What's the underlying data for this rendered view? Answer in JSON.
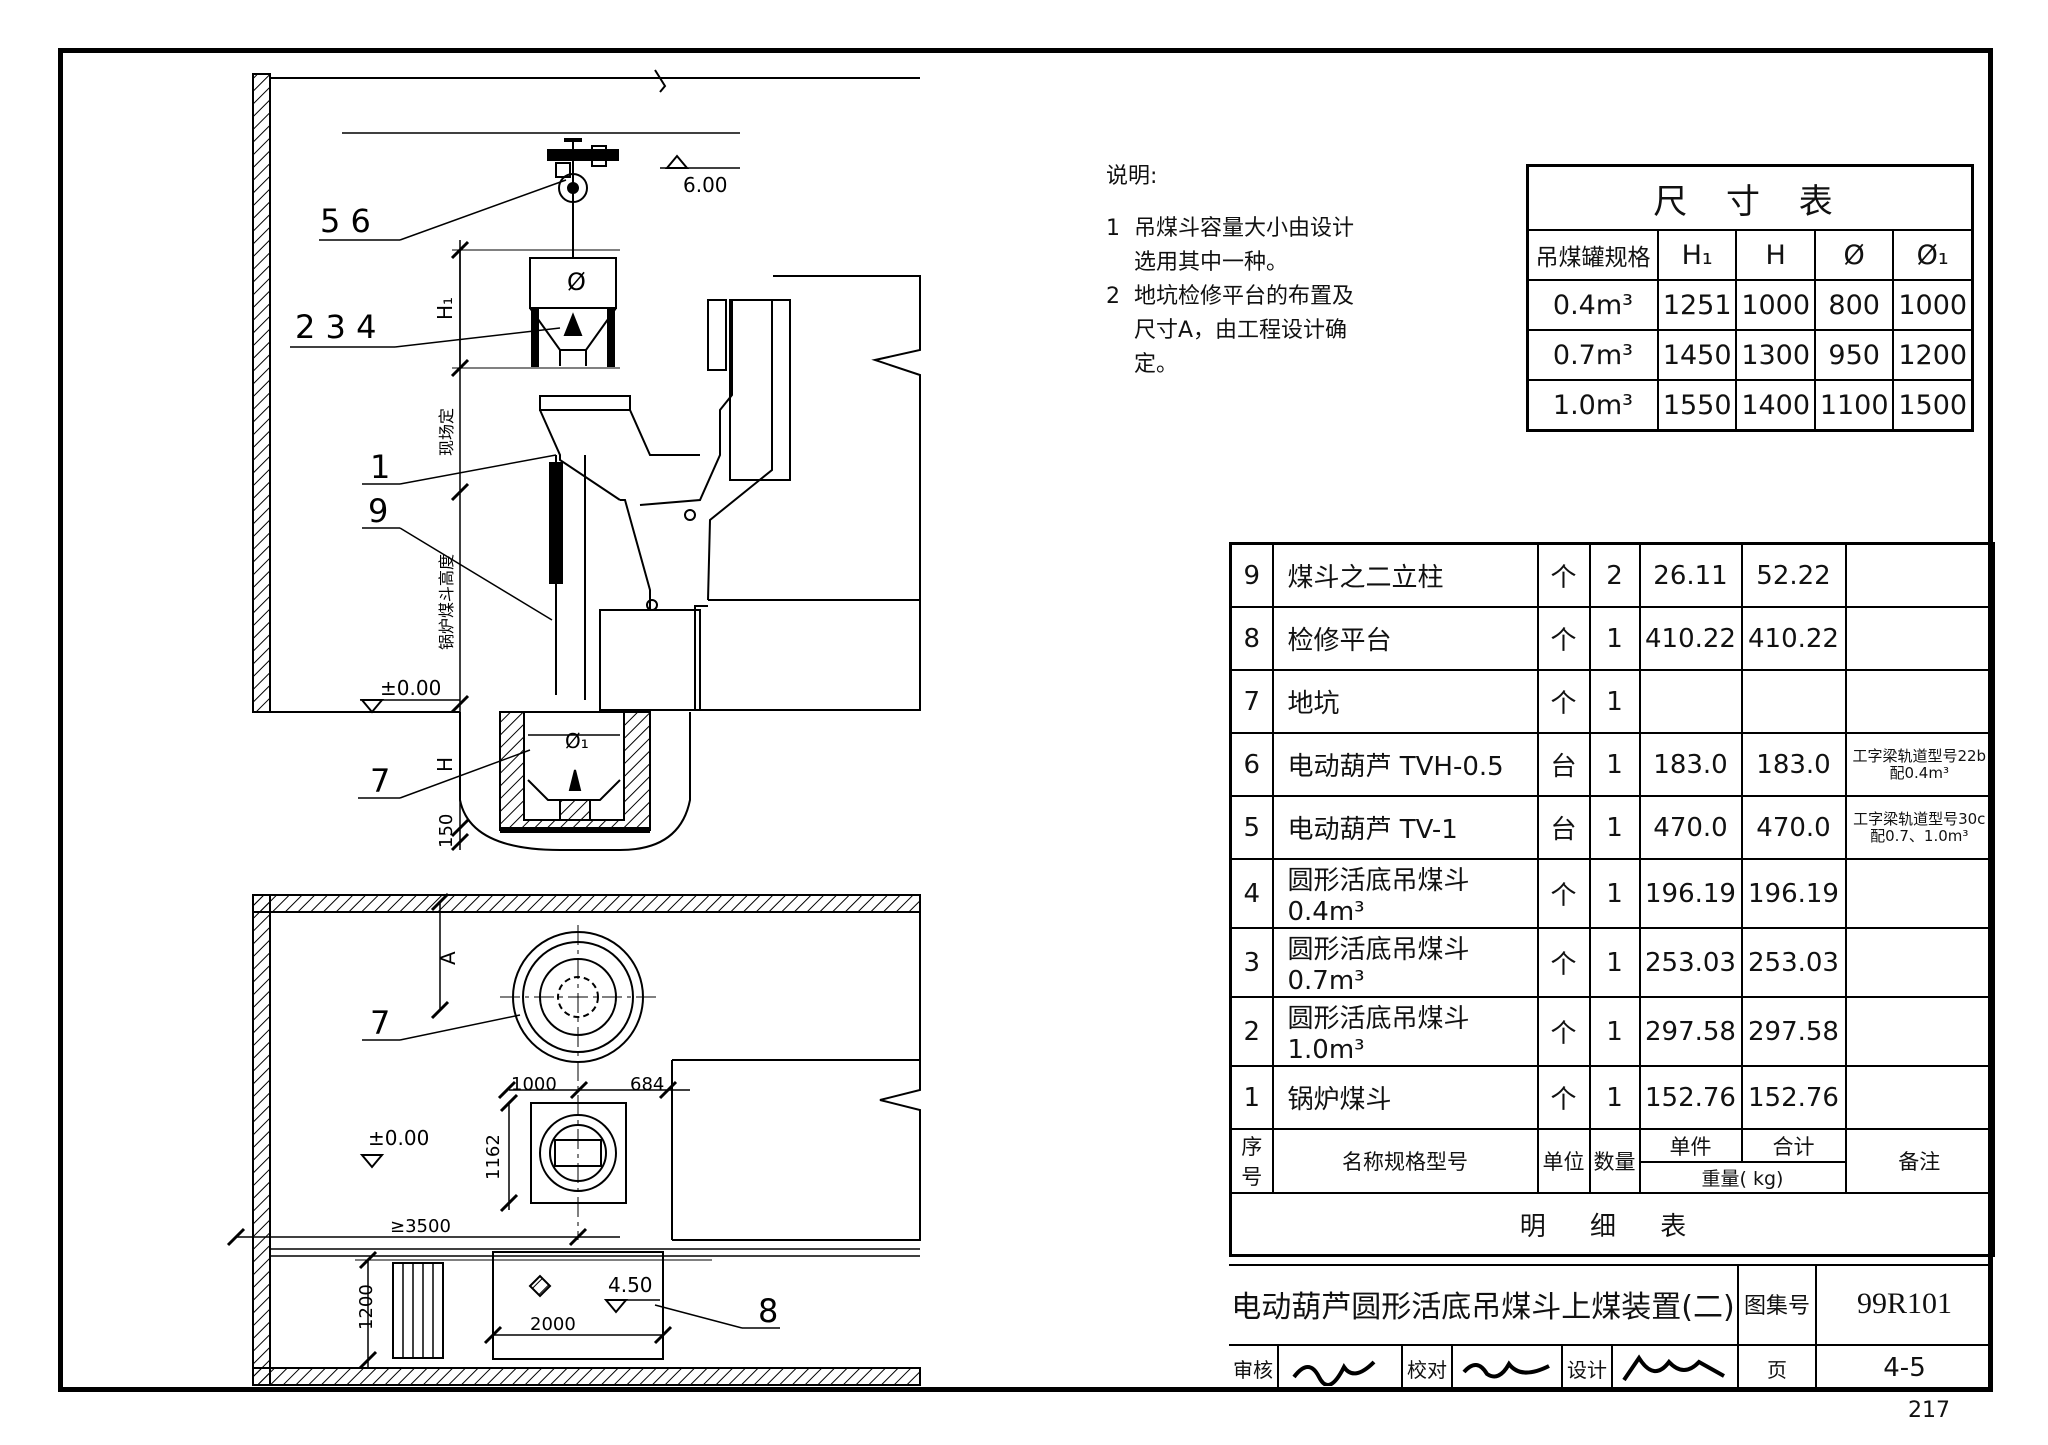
{
  "notes": {
    "heading": "说明:",
    "items": [
      {
        "num": "1",
        "text": "吊煤斗容量大小由设计选用其中一种。"
      },
      {
        "num": "2",
        "text": "地坑检修平台的布置及尺寸A，由工程设计确定。"
      }
    ]
  },
  "dimension_table": {
    "title": "尺 寸 表",
    "headers": [
      "吊煤罐规格",
      "H₁",
      "H",
      "Ø",
      "Ø₁"
    ],
    "rows": [
      [
        "0.4m³",
        "1251",
        "1000",
        "800",
        "1000"
      ],
      [
        "0.7m³",
        "1450",
        "1300",
        "950",
        "1200"
      ],
      [
        "1.0m³",
        "1550",
        "1400",
        "1100",
        "1500"
      ]
    ]
  },
  "bom": {
    "rows": [
      {
        "no": "9",
        "name": "煤斗之二立柱",
        "unit": "个",
        "qty": "2",
        "unit_w": "26.11",
        "total_w": "52.22",
        "remark": ""
      },
      {
        "no": "8",
        "name": "检修平台",
        "unit": "个",
        "qty": "1",
        "unit_w": "410.22",
        "total_w": "410.22",
        "remark": ""
      },
      {
        "no": "7",
        "name": "地坑",
        "unit": "个",
        "qty": "1",
        "unit_w": "",
        "total_w": "",
        "remark": ""
      },
      {
        "no": "6",
        "name": "电动葫芦 TVH-0.5",
        "unit": "台",
        "qty": "1",
        "unit_w": "183.0",
        "total_w": "183.0",
        "remark": "工字梁轨道型号22b 配0.4m³"
      },
      {
        "no": "5",
        "name": "电动葫芦 TV-1",
        "unit": "台",
        "qty": "1",
        "unit_w": "470.0",
        "total_w": "470.0",
        "remark": "工字梁轨道型号30c 配0.7、1.0m³"
      },
      {
        "no": "4",
        "name": "圆形活底吊煤斗 0.4m³",
        "unit": "个",
        "qty": "1",
        "unit_w": "196.19",
        "total_w": "196.19",
        "remark": ""
      },
      {
        "no": "3",
        "name": "圆形活底吊煤斗 0.7m³",
        "unit": "个",
        "qty": "1",
        "unit_w": "253.03",
        "total_w": "253.03",
        "remark": ""
      },
      {
        "no": "2",
        "name": "圆形活底吊煤斗 1.0m³",
        "unit": "个",
        "qty": "1",
        "unit_w": "297.58",
        "total_w": "297.58",
        "remark": ""
      },
      {
        "no": "1",
        "name": "锅炉煤斗",
        "unit": "个",
        "qty": "1",
        "unit_w": "152.76",
        "total_w": "152.76",
        "remark": ""
      }
    ],
    "header": {
      "no": "序号",
      "name": "名称规格型号",
      "unit": "单位",
      "qty": "数量",
      "unit_w": "单件",
      "total_w": "合计",
      "weight": "重量( kg)",
      "remark": "备注"
    },
    "caption": "明 细 表"
  },
  "title_block": {
    "title": "电动葫芦圆形活底吊煤斗上煤装置(二)",
    "atlas_label": "图集号",
    "atlas_no": "99R101",
    "review_label": "审核",
    "check_label": "校对",
    "design_label": "设计",
    "page_label": "页",
    "page_value": "4-5"
  },
  "drawing_labels": {
    "elev_top": "6.00",
    "elev_ground": "±0.00",
    "elev_ground_plan": "±0.00",
    "elev_platform": "4.50",
    "h1": "H₁",
    "h": "H",
    "phi": "Ø",
    "phi1": "Ø₁",
    "field_set": "现场定",
    "boiler_height": "锅炉煤斗高度",
    "dim_150": "150",
    "dim_A": "A",
    "dim_1000": "1000",
    "dim_684": "684",
    "dim_1162": "1162",
    "dim_3500": "≥3500",
    "dim_1200": "1200",
    "dim_2000": "2000",
    "callout_56": "5  6",
    "callout_234": "2  3  4",
    "callout_1": "1",
    "callout_9": "9",
    "callout_7": "7",
    "callout_7b": "7",
    "callout_8": "8"
  },
  "page_number": "217"
}
